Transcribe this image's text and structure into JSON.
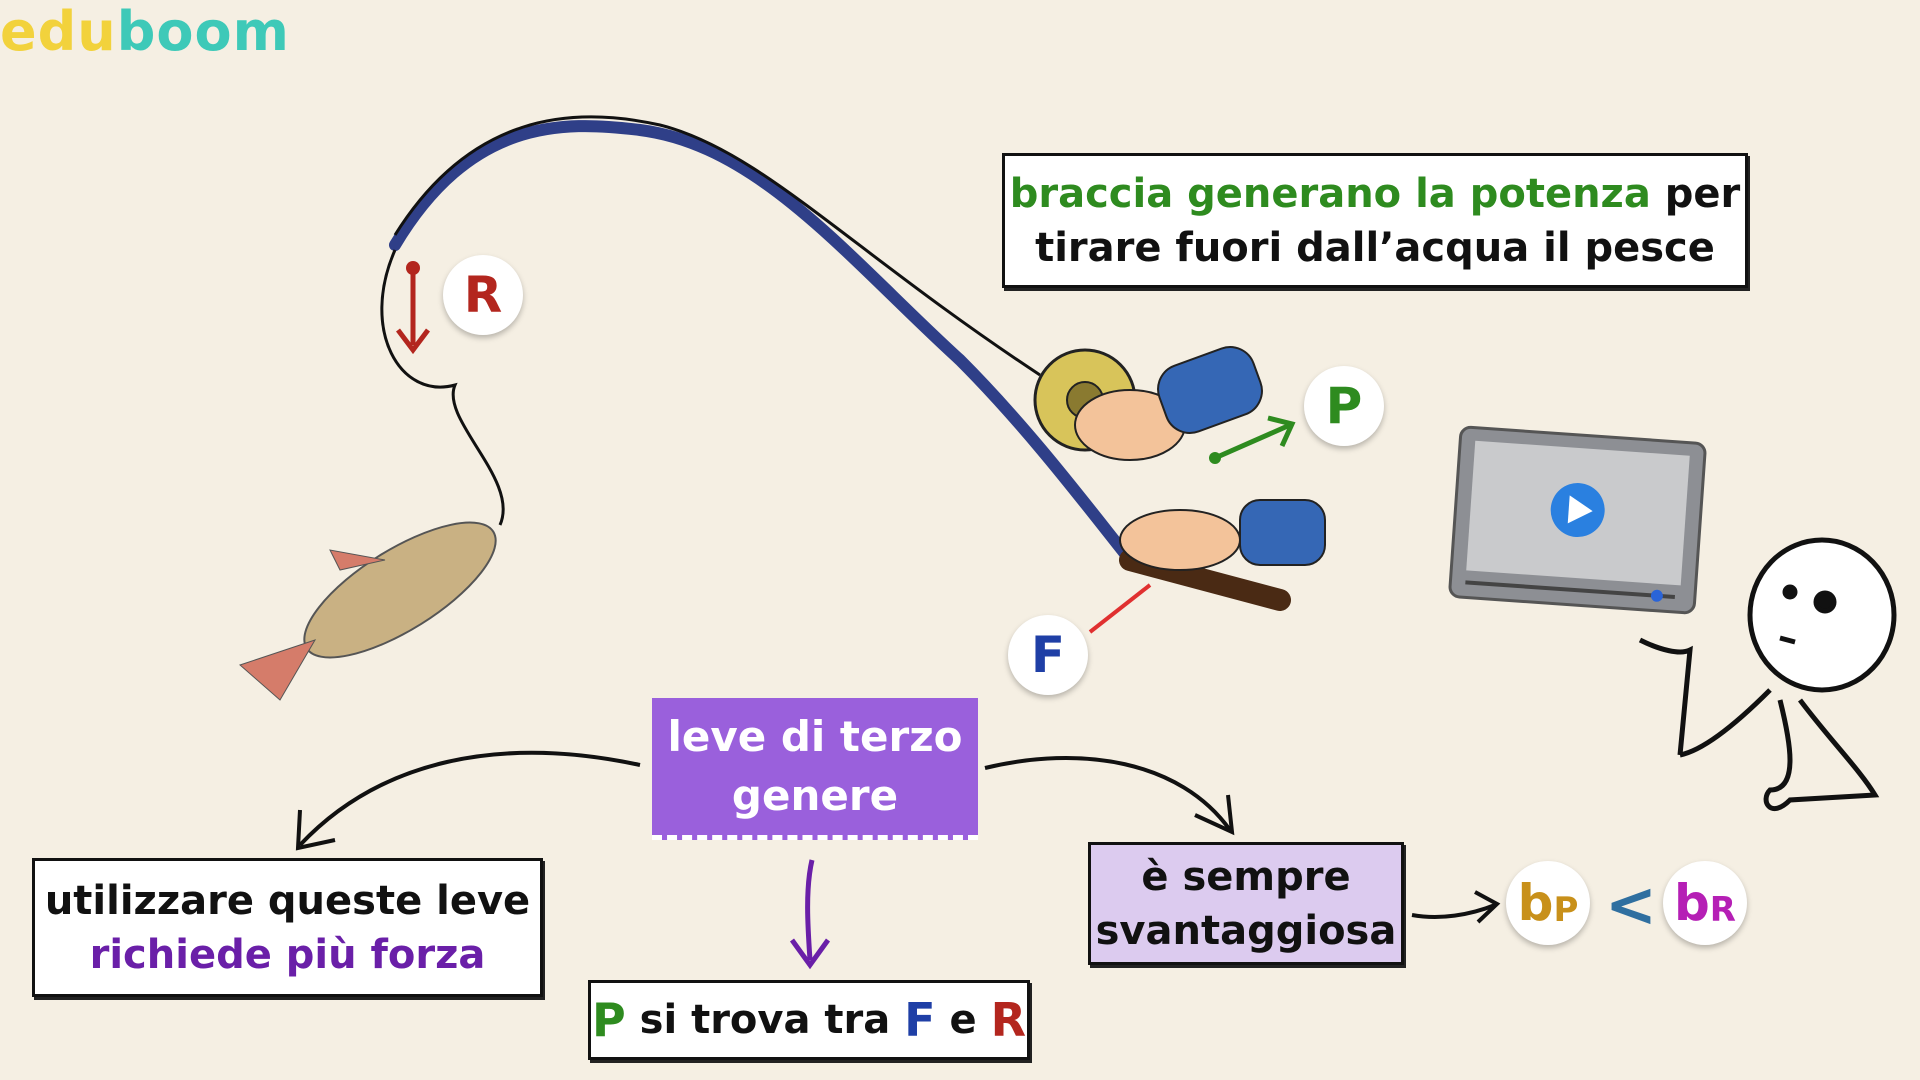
{
  "logo": {
    "part1": "edu",
    "part2": "boom",
    "color1": "#f2d23c",
    "color2": "#3ec9b8"
  },
  "top_box": {
    "green_text": "braccia generano la potenza",
    "rest_line1": " per",
    "line2": "tirare fuori dall’acqua il pesce"
  },
  "labels": {
    "R": "R",
    "P": "P",
    "F": "F"
  },
  "center_box": {
    "line1": "leve di terzo",
    "line2": "genere"
  },
  "left_box": {
    "line1": "utilizzare queste leve",
    "line2": "richiede più forza"
  },
  "bottom_box": {
    "p": "P",
    "mid1": " si trova tra ",
    "f": "F",
    "mid2": " e ",
    "r": "R"
  },
  "right_box": {
    "line1": "è sempre",
    "line2": "svantaggiosa"
  },
  "comparison": {
    "bp": "b",
    "bp_sub": "P",
    "symbol": "<",
    "br": "b",
    "br_sub": "R"
  },
  "colors": {
    "green": "#2e8b1f",
    "purple_box": "#9a60dc",
    "purple_text": "#6a1fa8",
    "red": "#b3261e",
    "blue": "#1f3fa6",
    "lavender": "#dccbef",
    "gold": "#c8901a",
    "magenta": "#b51fb5"
  },
  "icons": {
    "video": "play-icon"
  }
}
